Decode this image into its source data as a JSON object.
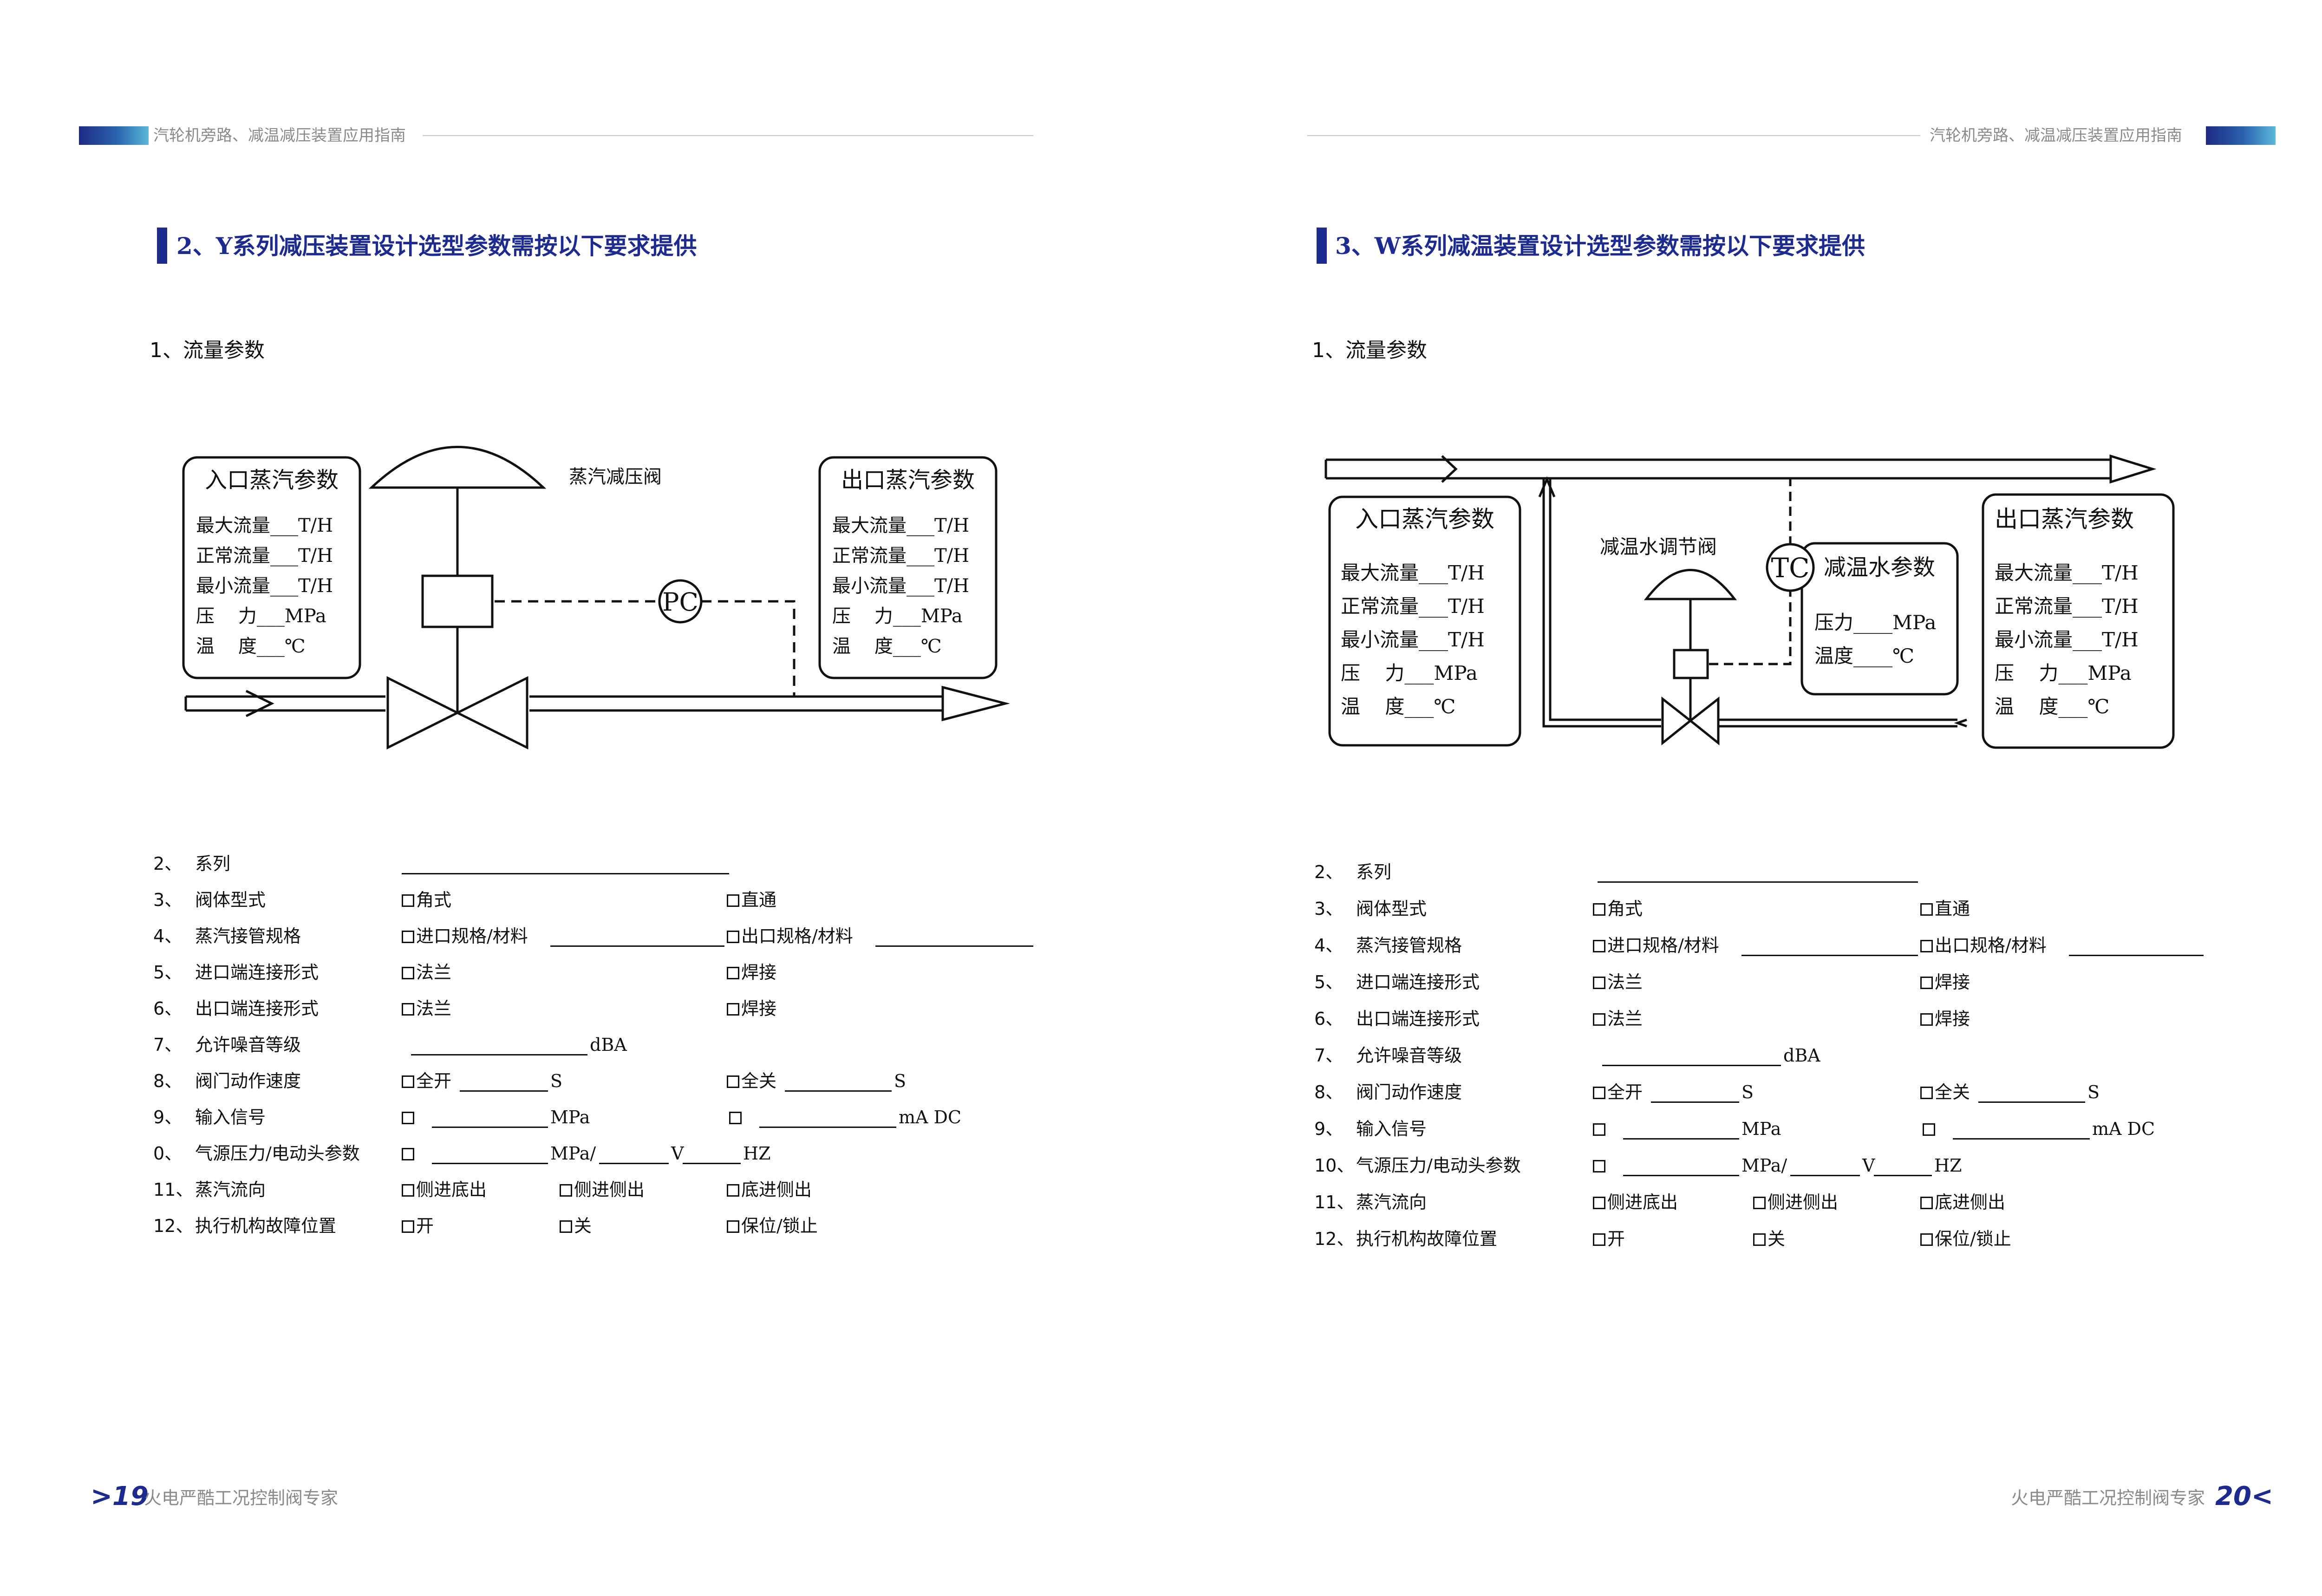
{
  "header": {
    "text": "汽轮机旁路、减温减压装置应用指南"
  },
  "footer": {
    "text": "火电严酷工况控制阀专家",
    "left_page_no": ">19",
    "right_page_no": "20<"
  },
  "colors": {
    "accent": "#1d2b8f",
    "header_gradient_end": "#5ab8d9",
    "muted": "#8a8a8a"
  },
  "left": {
    "section_title": "2、Y系列减压装置设计选型参数需按以下要求提供",
    "sub_title": "1、流量参数",
    "diagram": {
      "inlet_box_title": "入口蒸汽参数",
      "outlet_box_title": "出口蒸汽参数",
      "valve_label": "蒸汽减压阀",
      "controller_label": "PC",
      "inlet_lines": [
        "最大流量___T/H",
        "正常流量___T/H",
        "最小流量___T/H",
        "压    力___MPa",
        "温    度___℃"
      ],
      "outlet_lines": [
        "最大流量___T/H",
        "正常流量___T/H",
        "最小流量___T/H",
        "压    力___MPa",
        "温    度___℃"
      ]
    },
    "form": [
      {
        "no": "2、",
        "label": "系列"
      },
      {
        "no": "3、",
        "label": "阀体型式",
        "opt1": "角式",
        "opt2": "直通"
      },
      {
        "no": "4、",
        "label": "蒸汽接管规格",
        "opt1": "进口规格/材料",
        "opt2": "出口规格/材料"
      },
      {
        "no": "5、",
        "label": "进口端连接形式",
        "opt1": "法兰",
        "opt2": "焊接"
      },
      {
        "no": "6、",
        "label": "出口端连接形式",
        "opt1": "法兰",
        "opt2": "焊接"
      },
      {
        "no": "7、",
        "label": "允许噪音等级",
        "unit": "dBA"
      },
      {
        "no": "8、",
        "label": "阀门动作速度",
        "opt1": "全开",
        "u1": "S",
        "opt2": "全关",
        "u2": "S"
      },
      {
        "no": "9、",
        "label": "输入信号",
        "u1": "MPa",
        "u2": "mA DC"
      },
      {
        "no": "0、",
        "label": "气源压力/电动头参数",
        "u1": "MPa/",
        "u2": "V",
        "u3": "HZ"
      },
      {
        "no": "11、",
        "label": "蒸汽流向",
        "opt1": "侧进底出",
        "opt3": "侧进侧出",
        "opt2": "底进侧出"
      },
      {
        "no": "12、",
        "label": "执行机构故障位置",
        "opt1": "开",
        "opt3": "关",
        "opt2": "保位/锁止"
      }
    ]
  },
  "right": {
    "section_title": "3、W系列减温装置设计选型参数需按以下要求提供",
    "sub_title": "1、流量参数",
    "diagram": {
      "inlet_box_title": "入口蒸汽参数",
      "outlet_box_title": "出口蒸汽参数",
      "water_box_title": "减温水参数",
      "valve_label": "减温水调节阀",
      "controller_label": "TC",
      "inlet_lines": [
        "最大流量___T/H",
        "正常流量___T/H",
        "最小流量___T/H",
        "压    力___MPa",
        "温    度___℃"
      ],
      "outlet_lines": [
        "最大流量___T/H",
        "正常流量___T/H",
        "最小流量___T/H",
        "压    力___MPa",
        "温    度___℃"
      ],
      "water_lines": [
        "压力____MPa",
        "温度____℃"
      ]
    },
    "form": [
      {
        "no": "2、",
        "label": "系列"
      },
      {
        "no": "3、",
        "label": "阀体型式",
        "opt1": "角式",
        "opt2": "直通"
      },
      {
        "no": "4、",
        "label": "蒸汽接管规格",
        "opt1": "进口规格/材料",
        "opt2": "出口规格/材料"
      },
      {
        "no": "5、",
        "label": "进口端连接形式",
        "opt1": "法兰",
        "opt2": "焊接"
      },
      {
        "no": "6、",
        "label": "出口端连接形式",
        "opt1": "法兰",
        "opt2": "焊接"
      },
      {
        "no": "7、",
        "label": "允许噪音等级",
        "unit": "dBA"
      },
      {
        "no": "8、",
        "label": "阀门动作速度",
        "opt1": "全开",
        "u1": "S",
        "opt2": "全关",
        "u2": "S"
      },
      {
        "no": "9、",
        "label": "输入信号",
        "u1": "MPa",
        "u2": "mA DC"
      },
      {
        "no": "10、",
        "label": "气源压力/电动头参数",
        "u1": "MPa/",
        "u2": "V",
        "u3": "HZ"
      },
      {
        "no": "11、",
        "label": "蒸汽流向",
        "opt1": "侧进底出",
        "opt3": "侧进侧出",
        "opt2": "底进侧出"
      },
      {
        "no": "12、",
        "label": "执行机构故障位置",
        "opt1": "开",
        "opt3": "关",
        "opt2": "保位/锁止"
      }
    ]
  }
}
